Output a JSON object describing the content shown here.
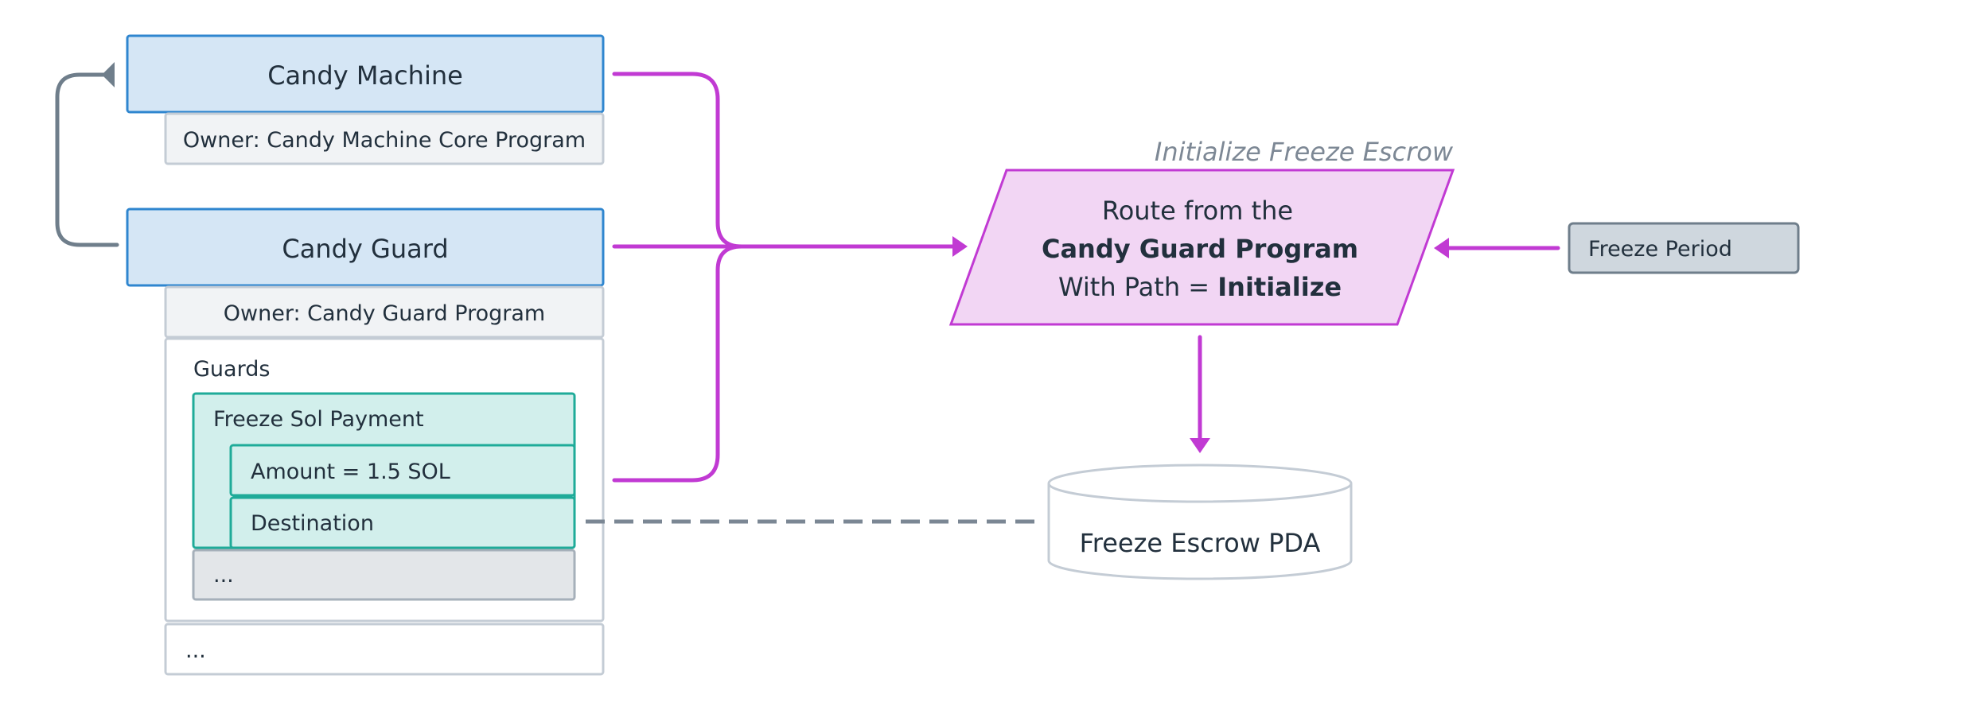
{
  "diagram": {
    "candy_machine": {
      "title": "Candy Machine",
      "owner": "Owner: Candy Machine Core Program"
    },
    "candy_guard": {
      "title": "Candy Guard",
      "owner": "Owner: Candy Guard Program",
      "guards_label": "Guards",
      "freeze_sol_payment": "Freeze Sol Payment",
      "amount": "Amount = 1.5 SOL",
      "destination": "Destination",
      "guard_ellipsis": "...",
      "outer_ellipsis": "..."
    },
    "instruction": {
      "caption": "Initialize Freeze Escrow",
      "line1": "Route from the",
      "line2": "Candy Guard Program",
      "line3_prefix": "With Path = ",
      "line3_bold": "Initialize"
    },
    "freeze_period": "Freeze Period",
    "freeze_escrow_pda": "Freeze Escrow PDA"
  },
  "colors": {
    "account_fill": "#d5e6f5",
    "account_border": "#2f86cf",
    "guard_fill": "#d2efec",
    "guard_border": "#1fab99",
    "instruction_fill": "#f2d6f4",
    "instruction_border": "#c13ad3",
    "connector_grey": "#6f7e8b"
  }
}
